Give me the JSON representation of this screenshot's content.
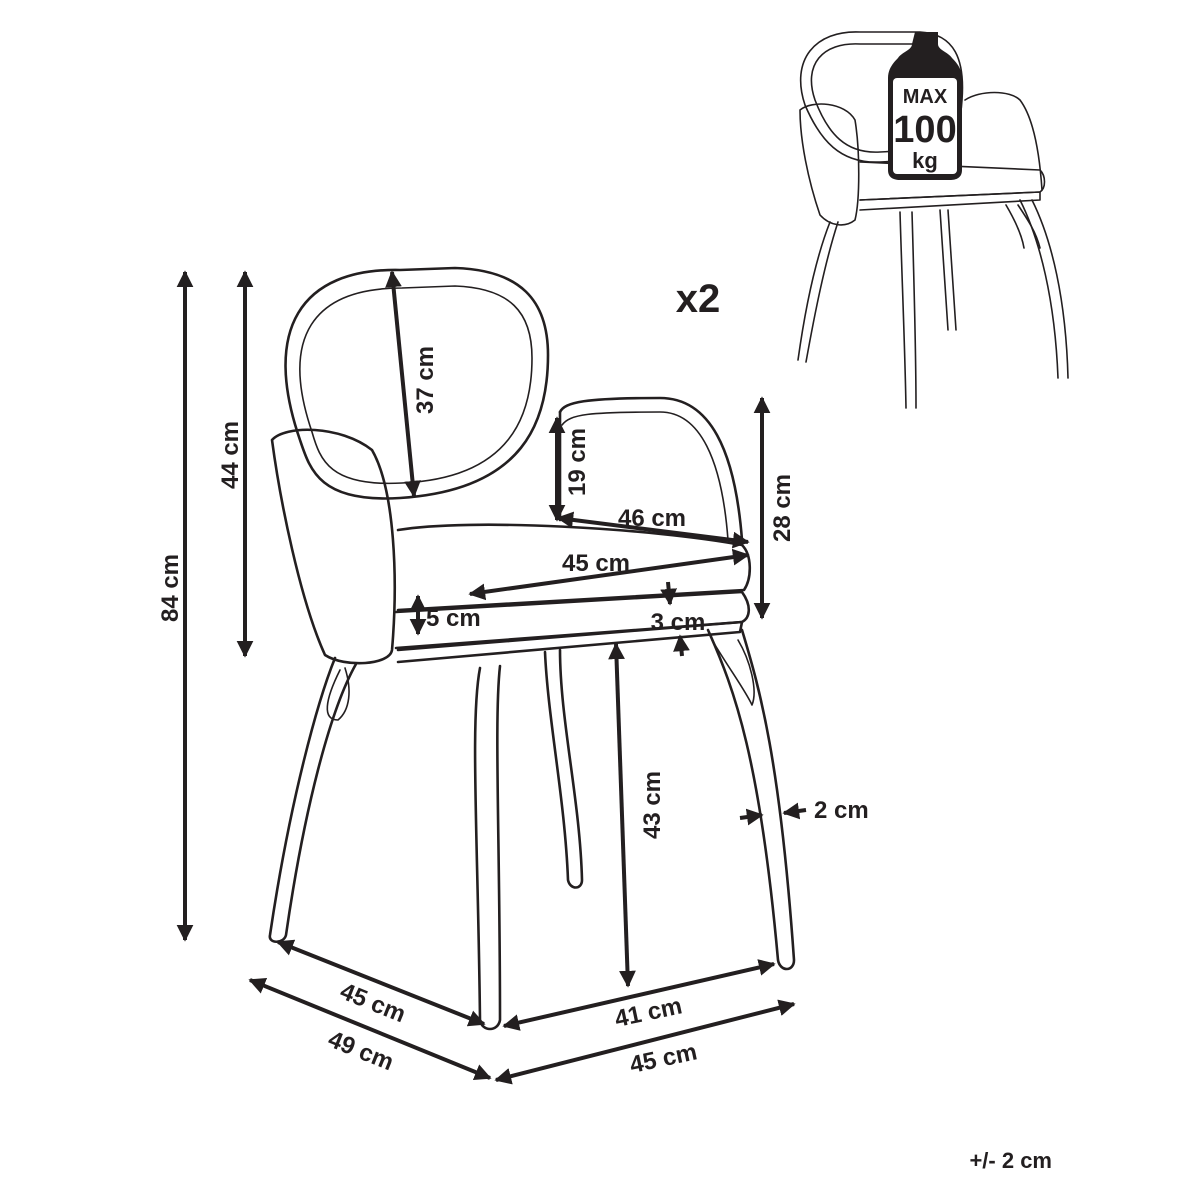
{
  "diagram": {
    "quantity_label": "x2",
    "tolerance_label": "+/- 2 cm",
    "load_badge": {
      "line1": "MAX",
      "line2": "100",
      "line3": "kg"
    },
    "dimensions": {
      "total_height": "84 cm",
      "backrest_height": "44 cm",
      "backrest_oval": "37 cm",
      "armrest_height": "19 cm",
      "arm_width": "46 cm",
      "arm_side_height": "28 cm",
      "seat_width": "45 cm",
      "seat_cushion": "5 cm",
      "seat_base": "3 cm",
      "seat_height": "43 cm",
      "leg_thickness": "2 cm",
      "depth_legs": "45 cm",
      "depth_total": "49 cm",
      "width_legs": "41 cm",
      "width_total": "45 cm"
    }
  }
}
